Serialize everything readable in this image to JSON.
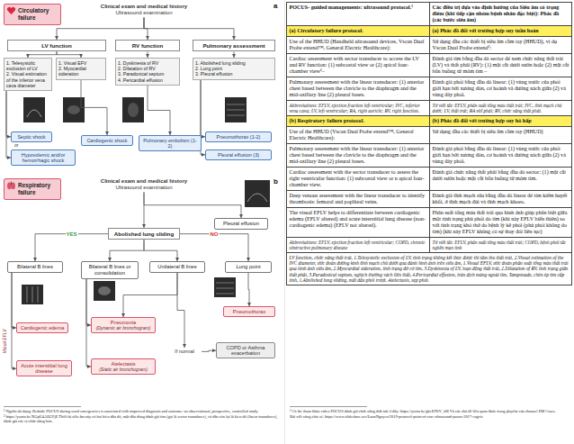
{
  "diagram": {
    "nodes": [
      {
        "text": [
          "Circulatory failure"
        ]
      },
      {
        "text": [
          "Clinical exam and medical history",
          "Ultrasound examination"
        ]
      },
      {
        "text": [
          "LV function"
        ]
      },
      {
        "text": [
          "RV function"
        ]
      },
      {
        "text": [
          "Pulmonary assessment"
        ]
      },
      {
        "text": [
          "1. Telesystolic exclusion of LV",
          "2. Visual estimation of the inferior vena cava diameter"
        ]
      },
      {
        "text": [
          "1. Visual EFV",
          "2. Myocardial sideration"
        ]
      },
      {
        "text": [
          "1. Dyskinesia of RV",
          "2. Dilatation of RV",
          "3. Paradoxical septum",
          "4. Pericardial effusion"
        ]
      },
      {
        "text": [
          "1. Abolished lung sliding",
          "2. Lung point",
          "3. Pleural effusion"
        ]
      },
      {
        "text": [
          "Septic shock"
        ]
      },
      {
        "text": [
          "Hypovolemic and/or hemorrhagic shock"
        ]
      },
      {
        "text": [
          "Cardiogenic shock"
        ]
      },
      {
        "text": [
          "Pulmonary embolism (1-2)"
        ]
      },
      {
        "text": [
          "Pneumothorax (1-2)"
        ]
      },
      {
        "text": [
          "Pleural effusion (3)"
        ]
      },
      {
        "text": [
          "Respiratory failure"
        ]
      },
      {
        "text": [
          "Clinical exam and medical history",
          "Ultrasound examination"
        ]
      },
      {
        "text": [
          "Abolished lung sliding"
        ]
      },
      {
        "text": [
          "Pleural effusion"
        ]
      },
      {
        "text": [
          "Bilateral B lines"
        ]
      },
      {
        "text": [
          "Bilateral B lines or consolidation"
        ]
      },
      {
        "text": [
          "Unilateral B lines"
        ]
      },
      {
        "text": [
          "Lung point"
        ]
      },
      {
        "text": [
          "Cardiogenic edema"
        ]
      },
      {
        "text": [
          "Acute interstitial lung disease"
        ]
      },
      {
        "text": [
          "Pneumonia",
          "(Dynamic air bronchogram)"
        ]
      },
      {
        "text": [
          "Atelectasis",
          "(Static air bronchogram)"
        ]
      },
      {
        "text": [
          "If normal"
        ]
      },
      {
        "text": [
          "COPD or Asthma exacerbation"
        ]
      },
      {
        "text": [
          "Pneumothorax"
        ]
      }
    ],
    "edges": [
      {
        "from": 1,
        "to": 2,
        "arrow": "to"
      },
      {
        "from": 1,
        "to": 3,
        "arrow": "to"
      },
      {
        "from": 1,
        "to": 4,
        "arrow": "to"
      },
      {
        "from": 2,
        "to": 5,
        "arrow": "to"
      },
      {
        "from": 2,
        "to": 6,
        "arrow": "to"
      },
      {
        "from": 3,
        "to": 7,
        "arrow": "to"
      },
      {
        "from": 4,
        "to": 8,
        "arrow": "to"
      },
      {
        "from": 5,
        "to": 9,
        "arrow": "to"
      },
      {
        "from": 5,
        "to": 10,
        "arrow": "to"
      },
      {
        "from": 6,
        "to": 11,
        "arrow": "to"
      },
      {
        "from": 7,
        "to": 12,
        "arrow": "to"
      },
      {
        "from": 8,
        "to": 13,
        "arrow": "to"
      },
      {
        "from": 8,
        "to": 14,
        "arrow": "to"
      },
      {
        "from": 16,
        "to": 17,
        "arrow": "to"
      },
      {
        "from": 16,
        "to": 18,
        "arrow": "to"
      },
      {
        "from": 17,
        "to": 19,
        "label": "YES",
        "arrow": "to"
      },
      {
        "from": 17,
        "to": 20,
        "arrow": "to"
      },
      {
        "from": 17,
        "to": 21,
        "arrow": "to"
      },
      {
        "from": 17,
        "to": 22,
        "label": "NO",
        "arrow": "to"
      },
      {
        "from": 19,
        "to": 23,
        "arrow": "to"
      },
      {
        "from": 19,
        "to": 24,
        "arrow": "to"
      },
      {
        "from": 20,
        "to": 25,
        "arrow": "to"
      },
      {
        "from": 20,
        "to": 26,
        "arrow": "to"
      },
      {
        "from": 21,
        "to": 25,
        "arrow": "to"
      },
      {
        "from": 21,
        "to": 27,
        "arrow": "to"
      },
      {
        "from": 27,
        "to": 28,
        "arrow": "to"
      },
      {
        "from": 22,
        "to": 29,
        "arrow": "to"
      }
    ],
    "labels": [
      "a",
      "or",
      "b",
      "Visual EFLV",
      "POCUS- guided managements: ultrasound protocol.¹",
      "Các điều trị dựa vào định hướng của Siêu âm có trọng điểm (khi tiếp cận nhóm bệnh nhân đặc biệt): Phác đồ (các bước siêu âm)",
      "(a) Circulatory failure protocol.",
      "(a) Phác đồ đối với trường hợp suy tuần hoàn",
      "Use of the HHUD (Handheld ultrasound devices, Vscan Dual Probe extend™, General Electric Healthcare):",
      "Sử dụng đầu các thiết bị siêu âm cầm tay (HHUD), ví dụ Vscan Dual Probe extend²:",
      "Cardiac assessment with sector transducer to access the LV and RV function: (1) subcostal view or (2) apical four-chamber view³–",
      "Đánh giá tim bằng đầu dò sector để xem chức năng thất trái (LV) và thất phải (RV): (1) mặt cắt dưới sườn hoặc (2) mặt cắt bốn buồng từ mỏm tim –",
      "Pulmonary assessment with the linear transducer: (1) anterior chest based between the clavicle to the diaphragm and the mid-axillary line (2) pleural bases.",
      "Đánh giá phổi bằng đầu dò linear: (1) vùng trước của phổi giới hạn bởi xương đòn, cơ hoành và đường nách giữa (2) và vùng đáy phổi.",
      "Abbreviations: EFLV, ejection fraction left ventricular; IVC, inferior vena cava; LV, left ventricular; RA, right auricle; RV, right function.",
      "Từ viết tắt: EFLV, phân suất tống máu thất trái; IVC, tĩnh mạch chủ dưới; LV, thất trái; RA nhĩ phải; RV, chức năng thất phải.",
      "(b) Respiratory failure protocol.",
      "(b) Phác đồ đối với trường hợp suy hô hấp",
      "Use of the HHUD (Vscan Dual Probe extend™, General Electric Healthcare):",
      "Sử dụng đầu các thiết bị siêu âm cầm tay (HHUD)",
      "Pulmonary assessment with the linear transducer: (1) anterior chest based between the clavicle to the diaphragm and the mid-axillary line (2) pleural bases.",
      "Đánh giá phổi bằng đầu dò linear: (1) vùng trước của phổi giới hạn bởi xương đòn, cơ hoành và đường nách giữa (2) và vùng đáy phổi.",
      "Cardiac assessment with the sector transducer to assess the right ventricular function: (1) subcostal view or n apical four-chamber view.",
      "Đánh giá chức năng thất phải bằng đầu dò sector: (1) mặt cắt dưới sườn hoặc mặt cắt bốn buồng từ mỏm tim.",
      "Deep venous assessment with the linear transducer to identify thrombosis: femoral and popliteal veins.",
      "Đánh giá tĩnh mạch sâu bằng đầu dò linear để tìm kiếm huyết khối, ở tĩnh mạch đùi và tĩnh mạch khoeo.",
      "The visual EFLV helps to differentiate between cardiogenic edema (EFLV altered) and acute interstitial lung disease (non-cardiogenic edema) (EFLV not altered).",
      "Phân suất tống máu thất trái qua hình ảnh giúp phân biệt giữa một tình trạng phù phổi do tim (khi này EFLV biến thiên) so với tình trạng khó thở do bệnh lý kẽ phổi (phù phổi không do tim) (khi này EFLV không có sự thay đổi liên tục)",
      "Abbreviations: EFLV, ejection fraction left ventricular; COPD, chronic obstructive pulmonary disease",
      "Từ viết tắt: EFLV, phân suất tống máu thất trái; COPD, bệnh phổi tắc nghẽn mạn tính",
      "LV function, chức năng thất trái, 1.Telesystolic exclusion of LV, tình trạng không kết thúc được thì tâm thu thất trái, 2.Visual estimation of the IVC diameter, ước đoán đường kính tĩnh mạch chủ dưới qua đánh hình ảnh trên siêu âm, 1.Visual EFLV, ước đoán phân suất tống máu thất trái qua hình ảnh siêu âm, 2.Myocardial sideration, tình trạng đờ cơ tim, 3.Dyskinesia of LV, loạn động thất trái, 2.Dilatation of RV, tình trạng giãn thất phải, 3.Paradoxical septum, nghịch thường vách liên thất, 4.Pericardial effusion, tràn dịch màng ngoài tim, Tamponade, chèn ép tim cấp tính, 1.Abolished lung sliding, mất dấu phổi trượt. Atelectasis, xẹp phổi.",
      "¹ Nguồn tài dụng: Bedside POCUS during ward emergencies is associated with improved diagnosis and outcome: an observational, prospective, controlled study.",
      "² https://youtu.be/XGpU4AEGFjE Thiết bị siêu âm này có hai kiểu đầu dò, một đầu dùng đánh giá tim (gọi là sector transducer), và đầu còn lại là kiểu dò (linear transducer), đánh giá các vị chức năng hơn.",
      "³ Có thể tham khảo video POCUS đánh giá chức năng thất trái ở đây: https://youtu.be/gkeEFIfV_t08 Và các chủ đề liên quan khác trong playlist của channel EM Cases.",
      "Bài viết cũng chia sẻ: https://www.slideshare.net/LuanNguyen/2019-protocol-point-of-care-ultrasound-pocus-2017-engvie"
    ]
  }
}
